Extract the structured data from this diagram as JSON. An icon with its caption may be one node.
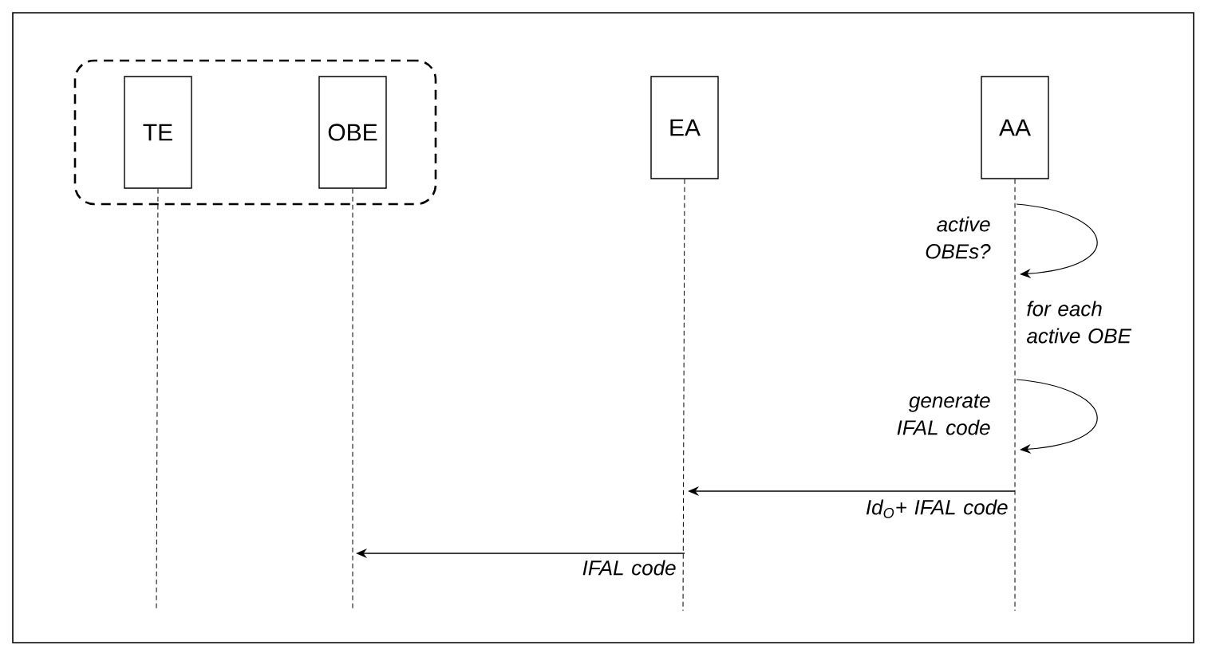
{
  "diagram": {
    "nodes": [
      {
        "text": [],
        "shape": "box"
      },
      {
        "text": [
          "TE"
        ],
        "in": 0
      },
      {
        "text": [
          "OBE"
        ]
      },
      {
        "text": [
          "EA"
        ]
      },
      {
        "text": [
          "AA"
        ]
      }
    ],
    "edges": [
      {
        "from": 4,
        "to": 4,
        "arrow": "to",
        "label": "active OBEs?"
      },
      {
        "from": 4,
        "to": 4,
        "arrow": "to",
        "label": "generate IFAL code"
      },
      {
        "from": 4,
        "to": 3,
        "arrow": "to",
        "label": "Id$_{O}$+ IFAL code"
      },
      {
        "from": 3,
        "to": 2,
        "arrow": "to",
        "label": "IFAL code"
      }
    ],
    "labels": [
      "for each active OBE"
    ]
  }
}
